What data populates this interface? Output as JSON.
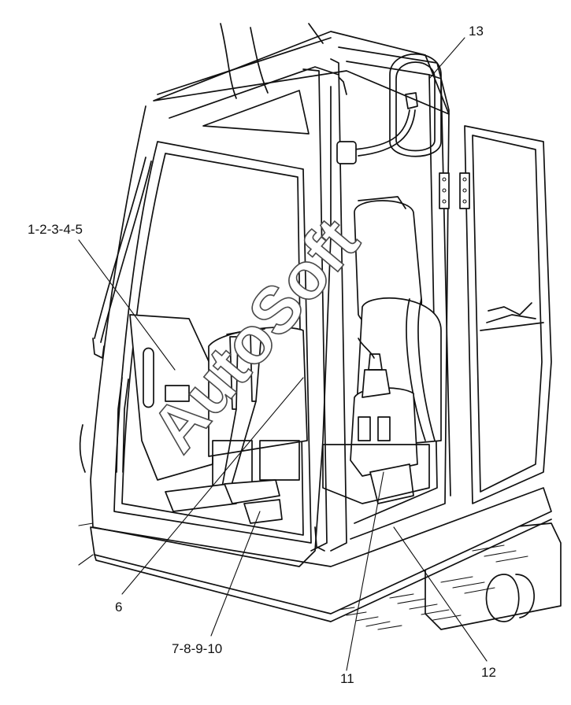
{
  "callouts": {
    "c13": "13",
    "c1_5": "1-2-3-4-5",
    "c6": "6",
    "c7_10": "7-8-9-10",
    "c11": "11",
    "c12": "12"
  },
  "watermark": "AutoSoft",
  "colors": {
    "line": "#111111",
    "background": "#ffffff",
    "watermark_outline": "#4a4a4a"
  }
}
